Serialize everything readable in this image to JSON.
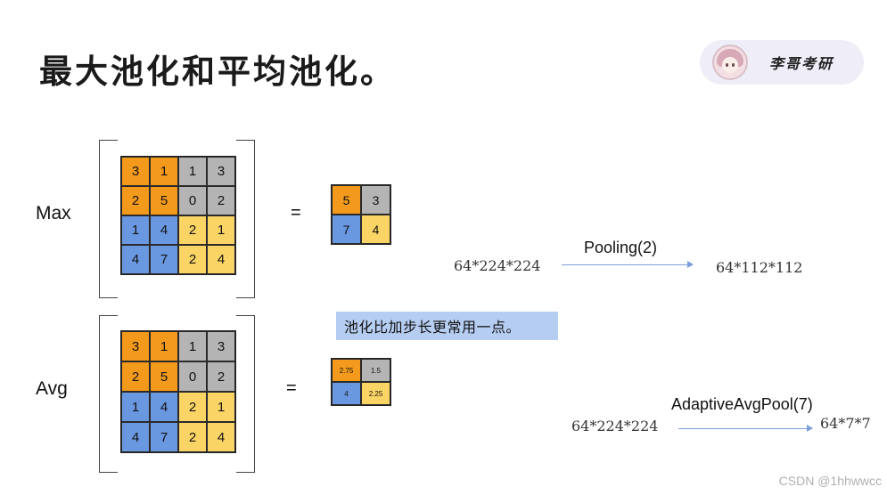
{
  "title": "最大池化和平均池化。",
  "badge": {
    "name": "李哥考研",
    "avatar_icon": "anime-avatar-icon"
  },
  "rows": {
    "max_label": "Max",
    "avg_label": "Avg",
    "equals": "="
  },
  "input_grid": {
    "values": [
      [
        "3",
        "1",
        "1",
        "3"
      ],
      [
        "2",
        "5",
        "0",
        "2"
      ],
      [
        "1",
        "4",
        "2",
        "1"
      ],
      [
        "4",
        "7",
        "2",
        "4"
      ]
    ],
    "colors": [
      [
        "orange",
        "orange",
        "gray",
        "gray"
      ],
      [
        "orange",
        "orange",
        "gray",
        "gray"
      ],
      [
        "blue",
        "blue",
        "yellow",
        "yellow"
      ],
      [
        "blue",
        "blue",
        "yellow",
        "yellow"
      ]
    ]
  },
  "max_output": {
    "values": [
      [
        "5",
        "3"
      ],
      [
        "7",
        "4"
      ]
    ],
    "colors": [
      [
        "orange",
        "gray"
      ],
      [
        "blue",
        "yellow"
      ]
    ]
  },
  "avg_output": {
    "values": [
      [
        "2.75",
        "1.5"
      ],
      [
        "4",
        "2.25"
      ]
    ],
    "colors": [
      [
        "orange",
        "gray"
      ],
      [
        "blue",
        "yellow"
      ]
    ]
  },
  "palette": {
    "orange": "#f39a1c",
    "gray": "#b4b4b4",
    "blue": "#6a98e0",
    "yellow": "#fbd466"
  },
  "pooling": {
    "input_dim": "64*224*224",
    "op": "Pooling(2)",
    "output_dim": "64*112*112"
  },
  "adaptive": {
    "input_dim": "64*224*224",
    "op": "AdaptiveAvgPool(7)",
    "output_dim": "64*7*7"
  },
  "note": "池化比加步长更常用一点。",
  "watermark": "CSDN @1hhwwcc"
}
